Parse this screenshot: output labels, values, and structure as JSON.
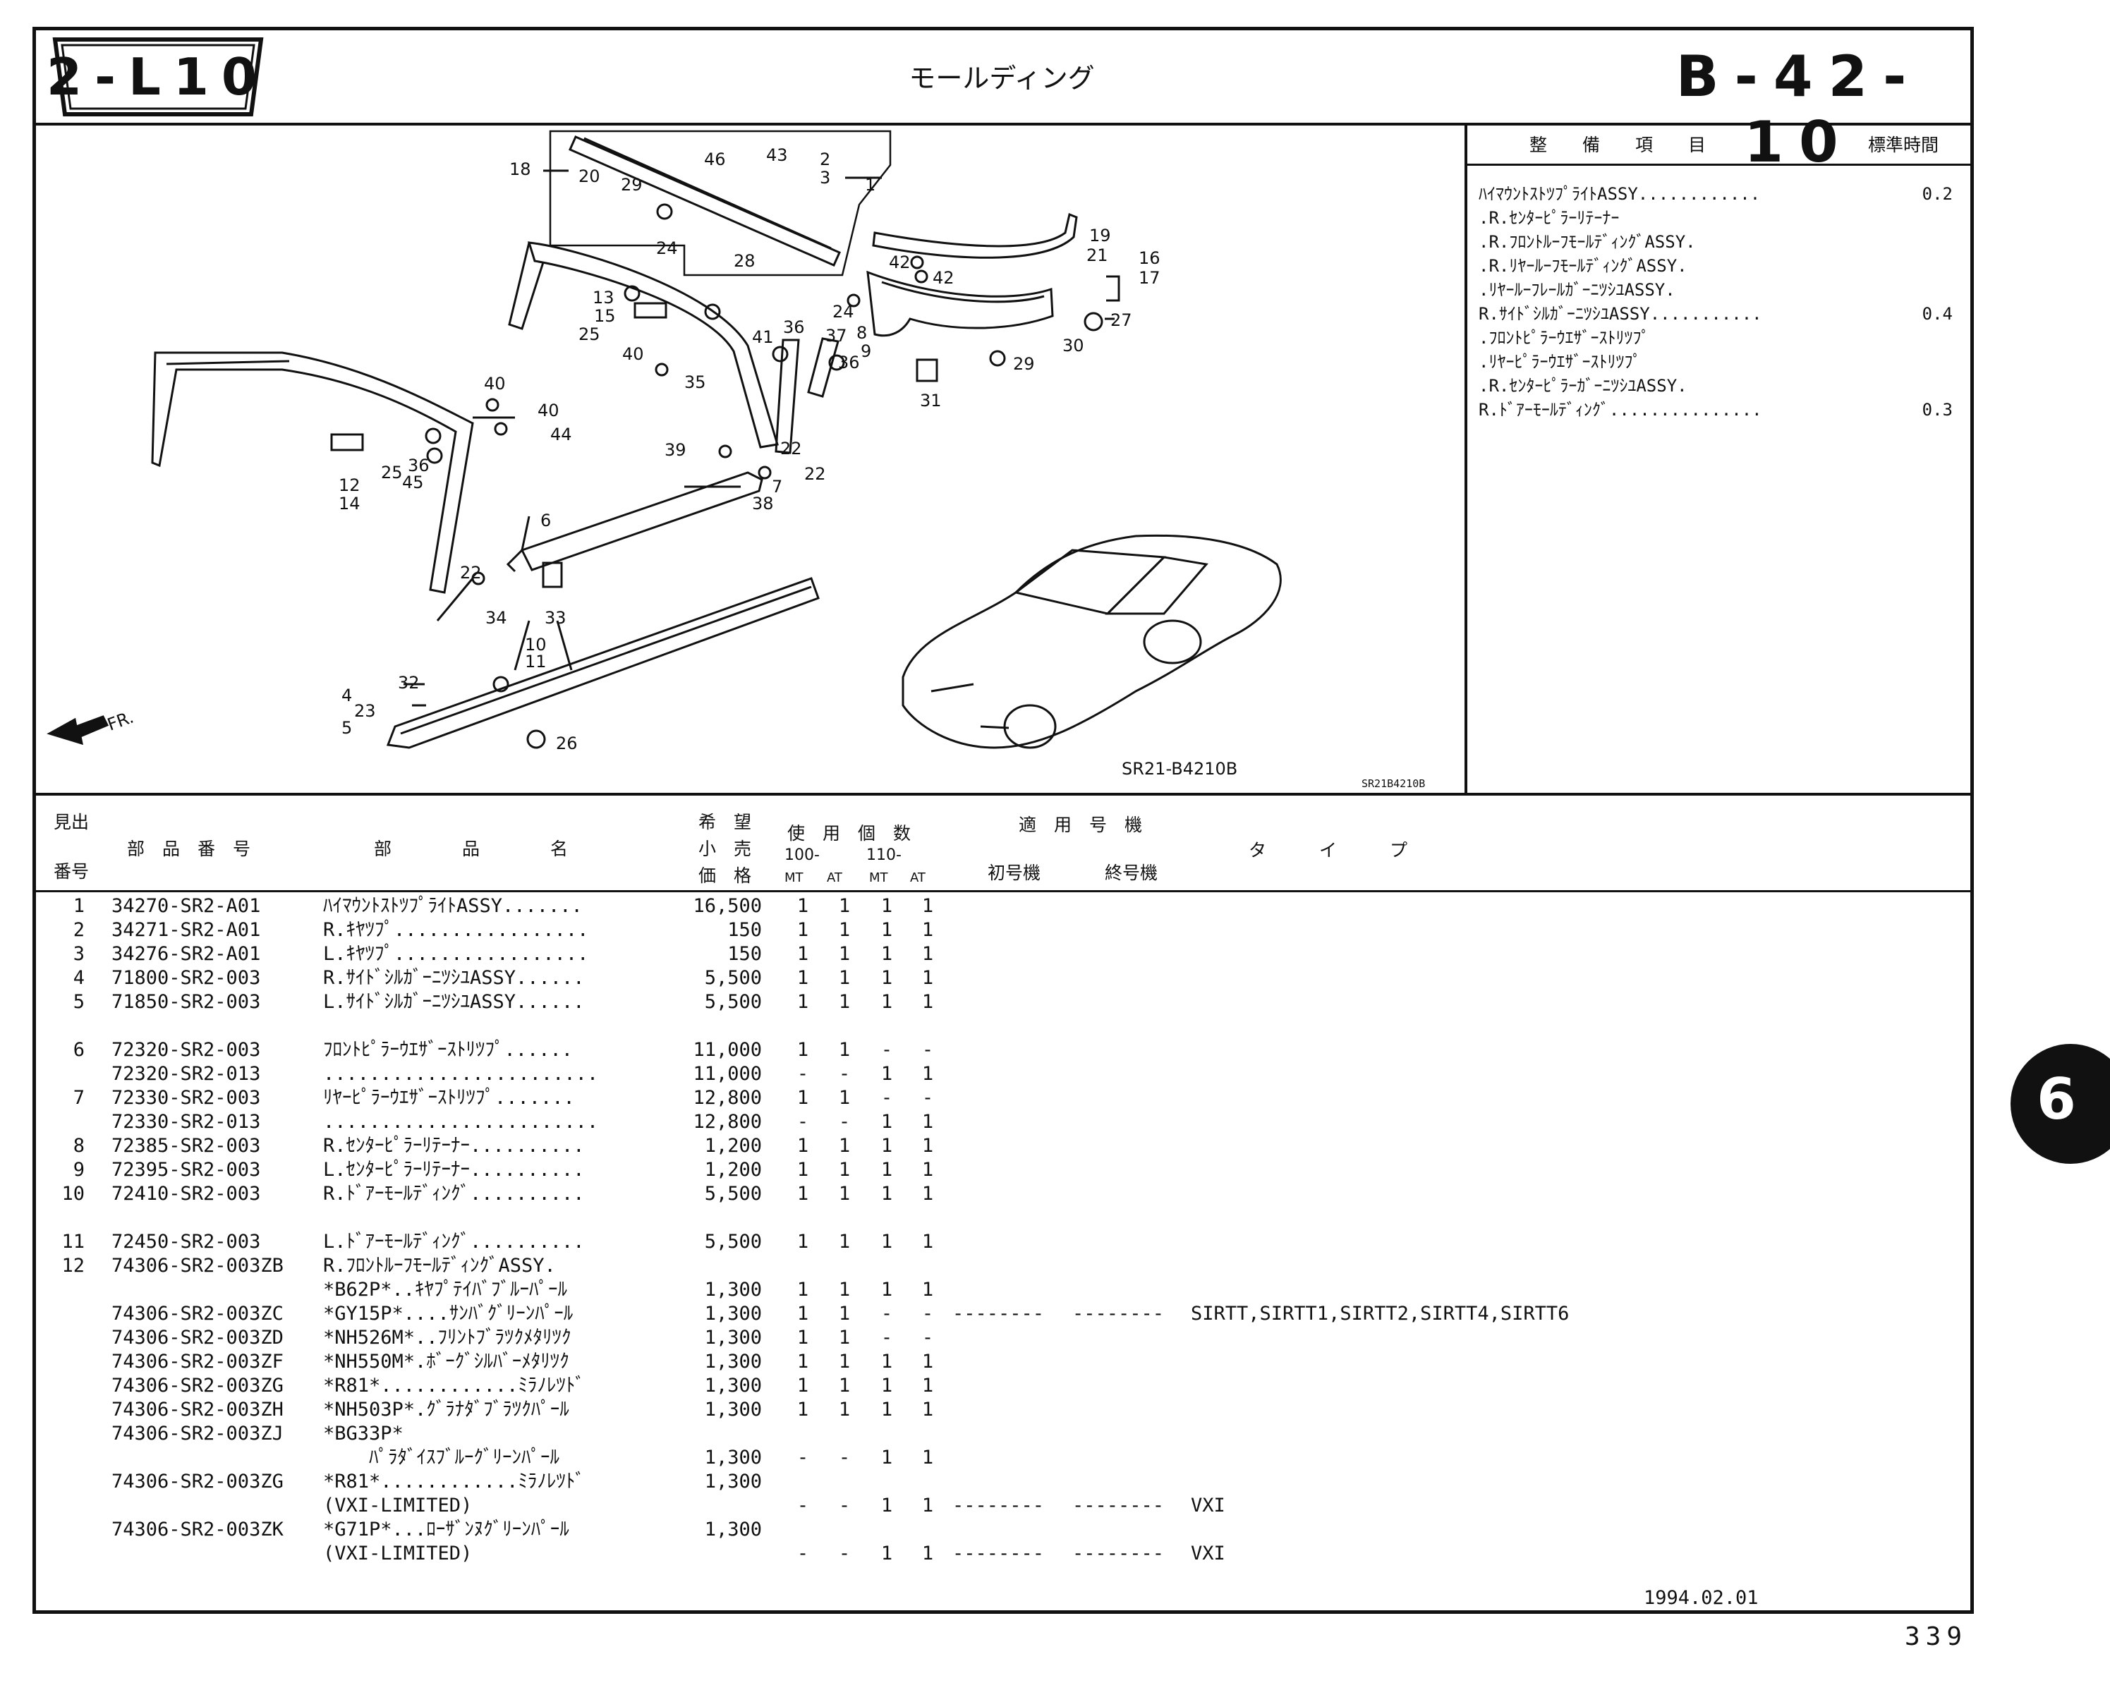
{
  "header": {
    "section_code": "2-L10",
    "title": "モールディング",
    "page_code": "B-42-10"
  },
  "diagram": {
    "fr_label": "FR.",
    "figure_id": "SR21-B4210B",
    "figure_id_small": "SR21B4210B",
    "callouts": [
      "1",
      "2",
      "3",
      "4",
      "5",
      "6",
      "7",
      "8",
      "9",
      "10",
      "11",
      "12",
      "13",
      "14",
      "15",
      "16",
      "17",
      "18",
      "19",
      "20",
      "21",
      "22",
      "22",
      "22",
      "23",
      "24",
      "24",
      "25",
      "25",
      "26",
      "27",
      "28",
      "29",
      "29",
      "30",
      "31",
      "32",
      "33",
      "34",
      "35",
      "36",
      "36",
      "36",
      "37",
      "38",
      "39",
      "40",
      "40",
      "40",
      "41",
      "42",
      "42",
      "43",
      "44",
      "45",
      "46"
    ]
  },
  "labor": {
    "header_item": "整　　備　　項　　目",
    "header_time": "標準時間",
    "rows": [
      {
        "text": "ﾊｲﾏｳﾝﾄｽﾄﾂﾌﾟﾗｲﾄASSY............",
        "time": "0.2"
      },
      {
        "text": ".R.ｾﾝﾀｰﾋﾟﾗｰﾘﾃｰﾅｰ",
        "time": ""
      },
      {
        "text": ".R.ﾌﾛﾝﾄﾙｰﾌﾓｰﾙﾃﾞｨﾝｸﾞASSY.",
        "time": ""
      },
      {
        "text": ".R.ﾘﾔｰﾙｰﾌﾓｰﾙﾃﾞｨﾝｸﾞASSY.",
        "time": ""
      },
      {
        "text": ".ﾘﾔｰﾙｰﾌﾚｰﾙｶﾞｰﾆﾂｼﾕASSY.",
        "time": ""
      },
      {
        "text": "R.ｻｲﾄﾞｼﾙｶﾞｰﾆﾂｼﾕASSY...........",
        "time": "0.4"
      },
      {
        "text": ".ﾌﾛﾝﾄﾋﾟﾗｰｳｴｻﾞｰｽﾄﾘﾂﾌﾟ",
        "time": ""
      },
      {
        "text": ".ﾘﾔｰﾋﾟﾗｰｳｴｻﾞｰｽﾄﾘﾂﾌﾟ",
        "time": ""
      },
      {
        "text": ".R.ｾﾝﾀｰﾋﾟﾗｰｶﾞｰﾆﾂｼﾕASSY.",
        "time": ""
      },
      {
        "text": "R.ﾄﾞｱｰﾓｰﾙﾃﾞｨﾝｸﾞ...............",
        "time": "0.3"
      }
    ]
  },
  "parts_header": {
    "ref_top": "見出",
    "ref_bottom": "番号",
    "part_number": "部　品　番　号",
    "part_name": "部　　　　品　　　　名",
    "price_1": "希　望",
    "price_2": "小　売",
    "price_3": "価　格",
    "qty_title": "使　用　個　数",
    "qty_100": "100-",
    "qty_110": "110-",
    "mt": "MT",
    "at": "AT",
    "apply_title": "適　用　号　機",
    "first": "初号機",
    "last": "終号機",
    "type": "タ　　　イ　　　プ"
  },
  "parts": [
    {
      "no": "1",
      "pn": "34270-SR2-A01",
      "name": "ﾊｲﾏｳﾝﾄｽﾄﾂﾌﾟﾗｲﾄASSY.......",
      "price": "16,500",
      "q": [
        "1",
        "1",
        "1",
        "1"
      ],
      "first": "",
      "last": "",
      "type": ""
    },
    {
      "no": "2",
      "pn": "34271-SR2-A01",
      "name": "R.ｷﾔﾂﾌﾟ.................",
      "price": "150",
      "q": [
        "1",
        "1",
        "1",
        "1"
      ],
      "first": "",
      "last": "",
      "type": ""
    },
    {
      "no": "3",
      "pn": "34276-SR2-A01",
      "name": "L.ｷﾔﾂﾌﾟ.................",
      "price": "150",
      "q": [
        "1",
        "1",
        "1",
        "1"
      ],
      "first": "",
      "last": "",
      "type": ""
    },
    {
      "no": "4",
      "pn": "71800-SR2-003",
      "name": "R.ｻｲﾄﾞｼﾙｶﾞｰﾆﾂｼﾕASSY......",
      "price": "5,500",
      "q": [
        "1",
        "1",
        "1",
        "1"
      ],
      "first": "",
      "last": "",
      "type": ""
    },
    {
      "no": "5",
      "pn": "71850-SR2-003",
      "name": "L.ｻｲﾄﾞｼﾙｶﾞｰﾆﾂｼﾕASSY......",
      "price": "5,500",
      "q": [
        "1",
        "1",
        "1",
        "1"
      ],
      "first": "",
      "last": "",
      "type": ""
    },
    {
      "no": "6",
      "pn": "72320-SR2-003",
      "name": "ﾌﾛﾝﾄﾋﾟﾗｰｳｴｻﾞｰｽﾄﾘﾂﾌﾟ......",
      "price": "11,000",
      "q": [
        "1",
        "1",
        "-",
        "-"
      ],
      "first": "",
      "last": "",
      "type": ""
    },
    {
      "no": "",
      "pn": "72320-SR2-013",
      "name": "........................",
      "price": "11,000",
      "q": [
        "-",
        "-",
        "1",
        "1"
      ],
      "first": "",
      "last": "",
      "type": ""
    },
    {
      "no": "7",
      "pn": "72330-SR2-003",
      "name": "ﾘﾔｰﾋﾟﾗｰｳｴｻﾞｰｽﾄﾘﾂﾌﾟ.......",
      "price": "12,800",
      "q": [
        "1",
        "1",
        "-",
        "-"
      ],
      "first": "",
      "last": "",
      "type": ""
    },
    {
      "no": "",
      "pn": "72330-SR2-013",
      "name": "........................",
      "price": "12,800",
      "q": [
        "-",
        "-",
        "1",
        "1"
      ],
      "first": "",
      "last": "",
      "type": ""
    },
    {
      "no": "8",
      "pn": "72385-SR2-003",
      "name": "R.ｾﾝﾀｰﾋﾟﾗｰﾘﾃｰﾅｰ..........",
      "price": "1,200",
      "q": [
        "1",
        "1",
        "1",
        "1"
      ],
      "first": "",
      "last": "",
      "type": ""
    },
    {
      "no": "9",
      "pn": "72395-SR2-003",
      "name": "L.ｾﾝﾀｰﾋﾟﾗｰﾘﾃｰﾅｰ..........",
      "price": "1,200",
      "q": [
        "1",
        "1",
        "1",
        "1"
      ],
      "first": "",
      "last": "",
      "type": ""
    },
    {
      "no": "10",
      "pn": "72410-SR2-003",
      "name": "R.ﾄﾞｱｰﾓｰﾙﾃﾞｨﾝｸﾞ..........",
      "price": "5,500",
      "q": [
        "1",
        "1",
        "1",
        "1"
      ],
      "first": "",
      "last": "",
      "type": ""
    },
    {
      "no": "11",
      "pn": "72450-SR2-003",
      "name": "L.ﾄﾞｱｰﾓｰﾙﾃﾞｨﾝｸﾞ..........",
      "price": "5,500",
      "q": [
        "1",
        "1",
        "1",
        "1"
      ],
      "first": "",
      "last": "",
      "type": ""
    },
    {
      "no": "12",
      "pn": "74306-SR2-003ZB",
      "name": "R.ﾌﾛﾝﾄﾙｰﾌﾓｰﾙﾃﾞｨﾝｸﾞASSY.",
      "price": "",
      "q": [
        "",
        "",
        "",
        ""
      ],
      "first": "",
      "last": "",
      "type": ""
    },
    {
      "no": "",
      "pn": "",
      "name": "*B62P*..ｷﾔﾌﾟﾃｲﾊﾞﾌﾞﾙｰﾊﾟｰﾙ",
      "price": "1,300",
      "q": [
        "1",
        "1",
        "1",
        "1"
      ],
      "first": "",
      "last": "",
      "type": ""
    },
    {
      "no": "",
      "pn": "74306-SR2-003ZC",
      "name": "*GY15P*....ｻﾝﾊﾞｸﾞﾘｰﾝﾊﾟｰﾙ",
      "price": "1,300",
      "q": [
        "1",
        "1",
        "-",
        "-"
      ],
      "first": "--------",
      "last": "--------",
      "type": "SIRTT,SIRTT1,SIRTT2,SIRTT4,SIRTT6"
    },
    {
      "no": "",
      "pn": "74306-SR2-003ZD",
      "name": "*NH526M*..ﾌﾘﾝﾄﾌﾞﾗﾂｸﾒﾀﾘﾂｸ",
      "price": "1,300",
      "q": [
        "1",
        "1",
        "-",
        "-"
      ],
      "first": "",
      "last": "",
      "type": ""
    },
    {
      "no": "",
      "pn": "74306-SR2-003ZF",
      "name": "*NH550M*.ﾎﾞｰｸﾞｼﾙﾊﾞｰﾒﾀﾘﾂｸ",
      "price": "1,300",
      "q": [
        "1",
        "1",
        "1",
        "1"
      ],
      "first": "",
      "last": "",
      "type": ""
    },
    {
      "no": "",
      "pn": "74306-SR2-003ZG",
      "name": "*R81*............ﾐﾗﾉﾚﾂﾄﾞ",
      "price": "1,300",
      "q": [
        "1",
        "1",
        "1",
        "1"
      ],
      "first": "",
      "last": "",
      "type": ""
    },
    {
      "no": "",
      "pn": "74306-SR2-003ZH",
      "name": "*NH503P*.ｸﾞﾗﾅﾀﾞﾌﾞﾗﾂｸﾊﾟｰﾙ",
      "price": "1,300",
      "q": [
        "1",
        "1",
        "1",
        "1"
      ],
      "first": "",
      "last": "",
      "type": ""
    },
    {
      "no": "",
      "pn": "74306-SR2-003ZJ",
      "name": "*BG33P*",
      "price": "",
      "q": [
        "",
        "",
        "",
        ""
      ],
      "first": "",
      "last": "",
      "type": ""
    },
    {
      "no": "",
      "pn": "",
      "name": "    ﾊﾟﾗﾀﾞｲｽﾌﾞﾙｰｸﾞﾘｰﾝﾊﾟｰﾙ",
      "price": "1,300",
      "q": [
        "-",
        "-",
        "1",
        "1"
      ],
      "first": "",
      "last": "",
      "type": ""
    },
    {
      "no": "",
      "pn": "74306-SR2-003ZG",
      "name": "*R81*............ﾐﾗﾉﾚﾂﾄﾞ",
      "price": "1,300",
      "q": [
        "",
        "",
        "",
        ""
      ],
      "first": "",
      "last": "",
      "type": ""
    },
    {
      "no": "",
      "pn": "",
      "name": "(VXI-LIMITED)",
      "price": "",
      "q": [
        "-",
        "-",
        "1",
        "1"
      ],
      "first": "--------",
      "last": "--------",
      "type": "VXI"
    },
    {
      "no": "",
      "pn": "74306-SR2-003ZK",
      "name": "*G71P*...ﾛｰｻﾞﾝﾇｸﾞﾘｰﾝﾊﾟｰﾙ",
      "price": "1,300",
      "q": [
        "",
        "",
        "",
        ""
      ],
      "first": "",
      "last": "",
      "type": ""
    },
    {
      "no": "",
      "pn": "",
      "name": "(VXI-LIMITED)",
      "price": "",
      "q": [
        "-",
        "-",
        "1",
        "1"
      ],
      "first": "--------",
      "last": "--------",
      "type": "VXI"
    }
  ],
  "footer": {
    "date": "1994.02.01",
    "page_number": "339",
    "tab_number": "6"
  }
}
